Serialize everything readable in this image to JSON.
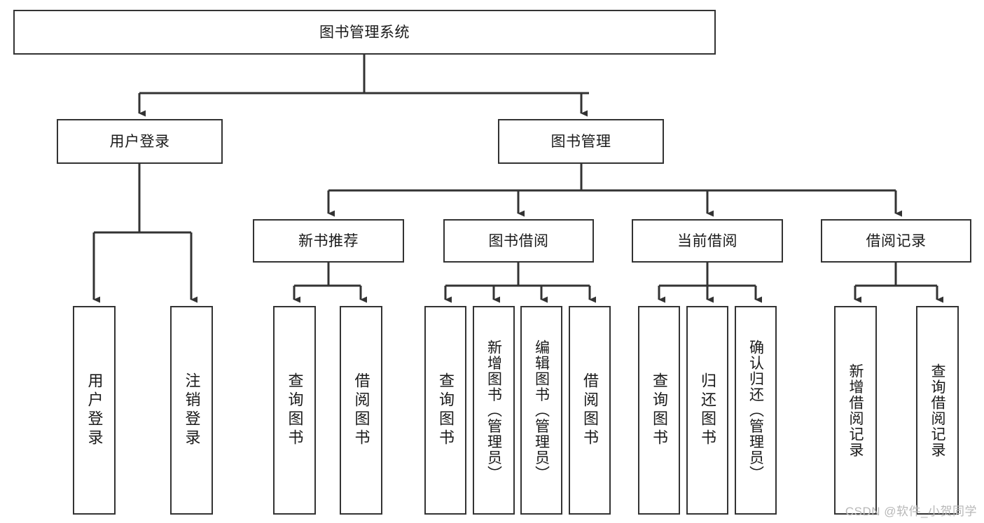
{
  "diagram": {
    "type": "hierarchy-tree",
    "title": "图书管理系统",
    "watermark": "CSDN @软件_小贺同学",
    "colors": {
      "box_border": "#333333",
      "box_fill": "#ffffff",
      "connector": "#333333",
      "text": "#1a1a1a",
      "watermark": "#b8b8b8",
      "background": "#ffffff"
    },
    "nodes": {
      "root": {
        "label": "图书管理系统"
      },
      "level2": [
        {
          "label": "用户登录"
        },
        {
          "label": "图书管理"
        }
      ],
      "level3": [
        {
          "label": "新书推荐"
        },
        {
          "label": "图书借阅"
        },
        {
          "label": "当前借阅"
        },
        {
          "label": "借阅记录"
        }
      ],
      "leaves": {
        "user_login": [
          {
            "label": "用户登录"
          },
          {
            "label": "注销登录"
          }
        ],
        "new_book_recommend": [
          {
            "label": "查询图书"
          },
          {
            "label": "借阅图书"
          }
        ],
        "book_borrow": [
          {
            "label": "查询图书"
          },
          {
            "label": "新增图书（管理员）"
          },
          {
            "label": "编辑图书（管理员）"
          },
          {
            "label": "借阅图书"
          }
        ],
        "current_borrow": [
          {
            "label": "查询图书"
          },
          {
            "label": "归还图书"
          },
          {
            "label": "确认归还（管理员）"
          }
        ],
        "borrow_record": [
          {
            "label": "新增借阅记录"
          },
          {
            "label": "查询借阅记录"
          }
        ]
      }
    }
  }
}
